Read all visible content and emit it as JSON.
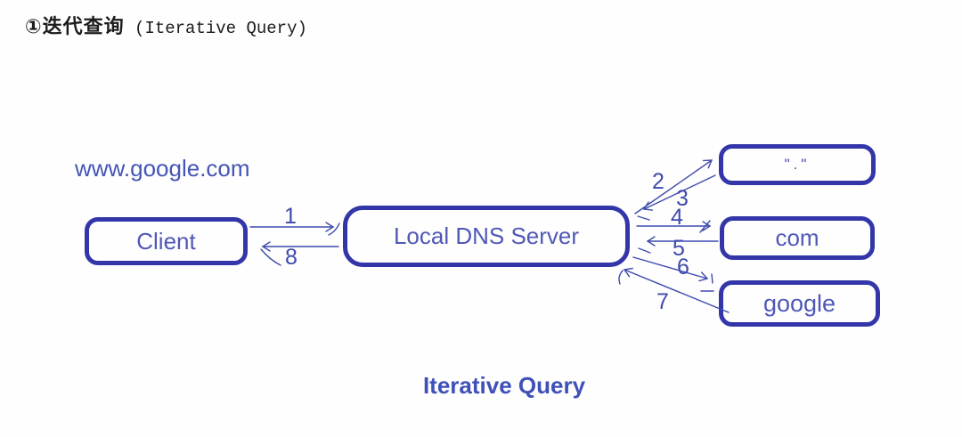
{
  "title": {
    "zh": "①迭代查询",
    "en": " (Iterative Query)"
  },
  "diagram": {
    "query_label": "www.google.com",
    "caption": "Iterative Query",
    "nodes": {
      "client": "Client",
      "local_dns": "Local DNS Server",
      "root": "\".\"",
      "com": "com",
      "google": "google"
    },
    "steps": [
      "1",
      "2",
      "3",
      "4",
      "5",
      "6",
      "7",
      "8"
    ],
    "colors": {
      "box_border": "#3336a8",
      "node_text": "#5058b6",
      "arrow": "#3f4aad",
      "caption_text": "#3f51b8"
    }
  }
}
